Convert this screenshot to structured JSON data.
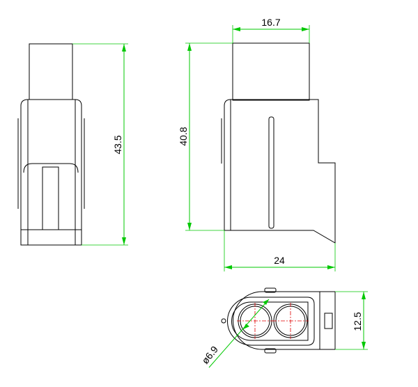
{
  "dimensions": {
    "side_height": "43.5",
    "front_width_top": "16.7",
    "front_height": "40.8",
    "front_width_bottom": "24",
    "bottom_height": "12.5",
    "hole_diameter": "ø6.9"
  },
  "colors": {
    "outline": "#000000",
    "dimension": "#00c800",
    "centerline": "#e00000"
  }
}
